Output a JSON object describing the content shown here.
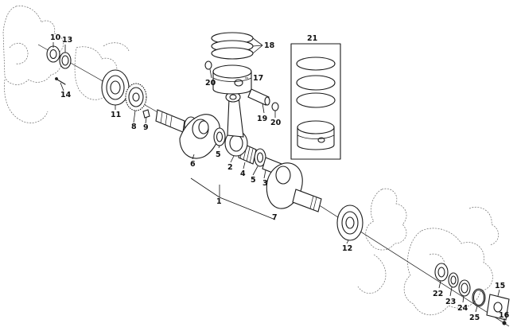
{
  "diagram": {
    "parts": [
      {
        "id": "p1",
        "label": "1"
      },
      {
        "id": "p2",
        "label": "2"
      },
      {
        "id": "p3",
        "label": "3"
      },
      {
        "id": "p4",
        "label": "4"
      },
      {
        "id": "p5a",
        "label": "5"
      },
      {
        "id": "p5b",
        "label": "5"
      },
      {
        "id": "p6",
        "label": "6"
      },
      {
        "id": "p7",
        "label": "7"
      },
      {
        "id": "p8",
        "label": "8"
      },
      {
        "id": "p9",
        "label": "9"
      },
      {
        "id": "p10",
        "label": "10"
      },
      {
        "id": "p11",
        "label": "11"
      },
      {
        "id": "p12",
        "label": "12"
      },
      {
        "id": "p13",
        "label": "13"
      },
      {
        "id": "p14",
        "label": "14"
      },
      {
        "id": "p15",
        "label": "15"
      },
      {
        "id": "p16",
        "label": "16"
      },
      {
        "id": "p17",
        "label": "17"
      },
      {
        "id": "p18",
        "label": "18"
      },
      {
        "id": "p19",
        "label": "19"
      },
      {
        "id": "p20a",
        "label": "20"
      },
      {
        "id": "p20b",
        "label": "20"
      },
      {
        "id": "p21",
        "label": "21"
      },
      {
        "id": "p22",
        "label": "22"
      },
      {
        "id": "p23",
        "label": "23"
      },
      {
        "id": "p24",
        "label": "24"
      },
      {
        "id": "p25",
        "label": "25"
      }
    ]
  }
}
